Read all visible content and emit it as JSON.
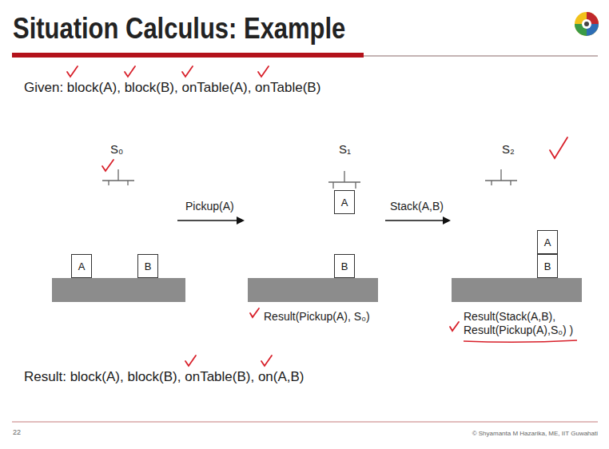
{
  "diagram": {
    "title": "Situation Calculus: Example",
    "nodes": [
      {
        "text": [
          "A"
        ]
      },
      {
        "text": [
          "B"
        ]
      },
      {
        "text": [
          "A"
        ]
      },
      {
        "text": [
          "B"
        ]
      },
      {
        "text": [
          "A"
        ]
      },
      {
        "text": [
          "B"
        ]
      }
    ],
    "labels": [
      "Given: block(A), block(B), onTable(A), onTable(B)",
      "S₀",
      "Pickup(A)",
      "S₁",
      "Stack(A,B)",
      "S₂",
      "Result(Pickup(A), S₀)",
      "Result(Stack(A,B), Result(Pickup(A),S₀) )",
      "Result: block(A), block(B), onTable(B), on(A,B)",
      "22",
      "© Shyamanta M Hazarika, ME, IIT Guwahati"
    ]
  }
}
